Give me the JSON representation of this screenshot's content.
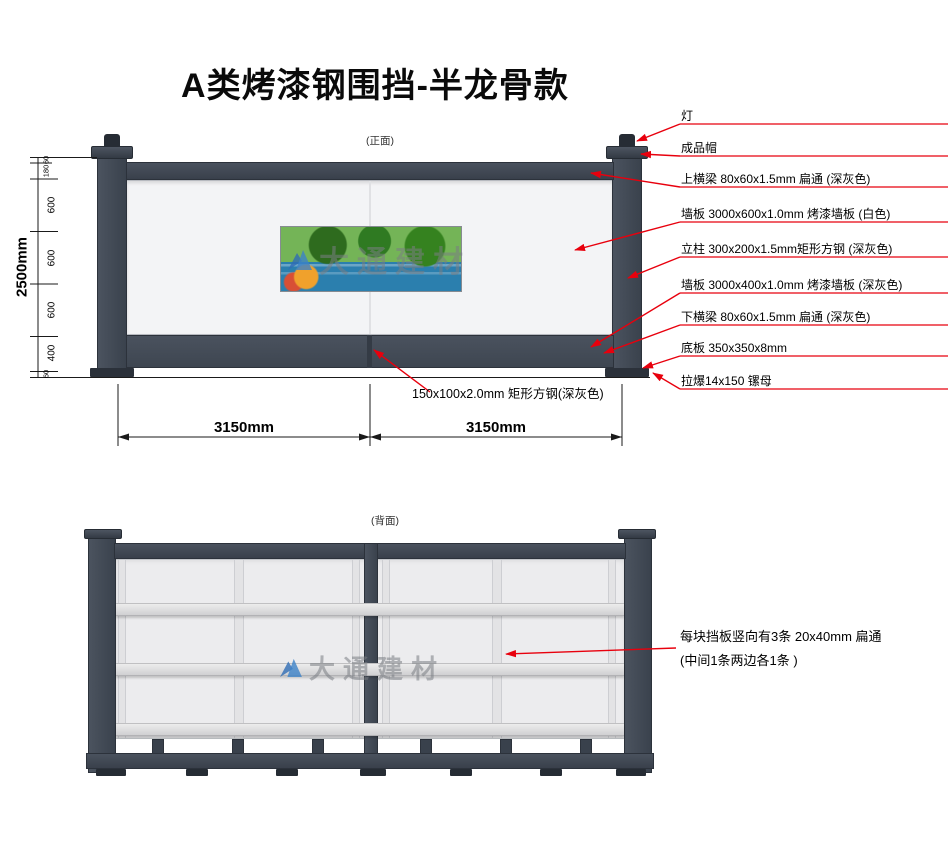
{
  "title": "A类烤漆钢围挡-半龙骨款",
  "colors": {
    "fence_dark": "#3f4752",
    "panel_white": "#f3f4f6",
    "leader_red": "#e8000d"
  },
  "front_view": {
    "caption": "(正面)",
    "watermark": "大通建材",
    "part_labels": [
      "灯",
      "成品帽",
      "上横梁 80x60x1.5mm 扁通 (深灰色)",
      "墙板 3000x600x1.0mm 烤漆墙板 (白色)",
      "立柱 300x200x1.5mm矩形方钢 (深灰色)",
      "墙板 3000x400x1.0mm 烤漆墙板 (深灰色)",
      "下横梁 80x60x1.5mm 扁通 (深灰色)",
      "底板 350x350x8mm",
      "拉爆14x150 镙母"
    ],
    "center_beam_label": "150x100x2.0mm 矩形方钢(深灰色)",
    "dim_height_total": "2500mm",
    "dim_height_segments": [
      "60",
      "180",
      "600",
      "600",
      "600",
      "400",
      "60"
    ],
    "dim_width_left": "3150mm",
    "dim_width_right": "3150mm"
  },
  "back_view": {
    "caption": "(背面)",
    "watermark": "大通建材",
    "note_line1": "每块挡板竖向有3条 20x40mm 扁通",
    "note_line2": "(中间1条两边各1条 )"
  }
}
